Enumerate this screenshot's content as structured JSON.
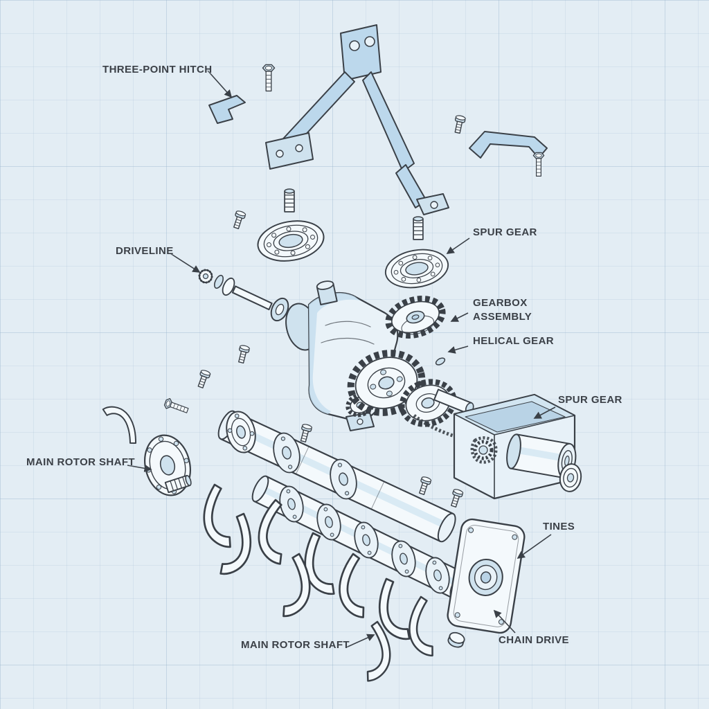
{
  "diagram": {
    "labels": {
      "three_point_hitch": "THREE-POINT HITCH",
      "driveline": "DRIVELINE",
      "spur_gear_upper": "SPUR GEAR",
      "gearbox_assembly": "GEARBOX\nASSEMBLY",
      "helical_gear": "HELICAL GEAR",
      "spur_gear_lower": "SPUR GEAR",
      "main_rotor_shaft_left": "MAIN ROTOR SHAFT",
      "tines": "TINES",
      "chain_drive": "CHAIN DRIVE",
      "main_rotor_shaft_bottom": "MAIN ROTOR SHAFT"
    },
    "colors": {
      "background": "#e3edf4",
      "grid": "#c6d7e3",
      "ink": "#3a4047",
      "steel_blue": "#bcd8ec",
      "light_fill": "#f4f9fc",
      "shade_fill": "#cfe2ee"
    }
  }
}
